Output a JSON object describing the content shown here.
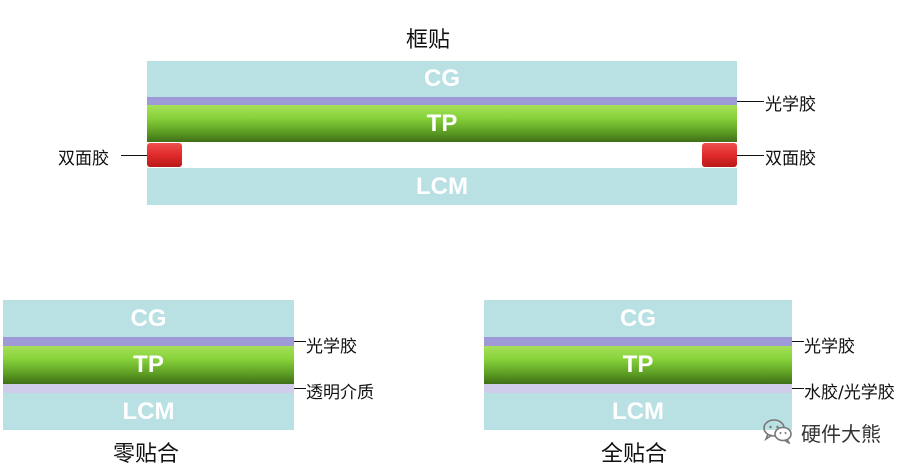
{
  "top": {
    "title": "框贴",
    "cg": "CG",
    "tp": "TP",
    "lcm": "LCM",
    "oca_label": "光学胶",
    "tape_label_left": "双面胶",
    "tape_label_right": "双面胶"
  },
  "bottom_left": {
    "title": "零贴合",
    "cg": "CG",
    "tp": "TP",
    "lcm": "LCM",
    "oca_label": "光学胶",
    "medium_label": "透明介质"
  },
  "bottom_right": {
    "title": "全贴合",
    "cg": "CG",
    "tp": "TP",
    "lcm": "LCM",
    "oca_label": "光学胶",
    "medium_label": "水胶/光学胶"
  },
  "watermark": {
    "icon": "wechat-icon",
    "text": "硬件大熊"
  },
  "colors": {
    "cg_lcm": "#b9e0e3",
    "oca": "#9e9ad8",
    "medium": "#d0ccec",
    "tp_green": "#86d23a",
    "tape_red": "#e02a2a"
  }
}
